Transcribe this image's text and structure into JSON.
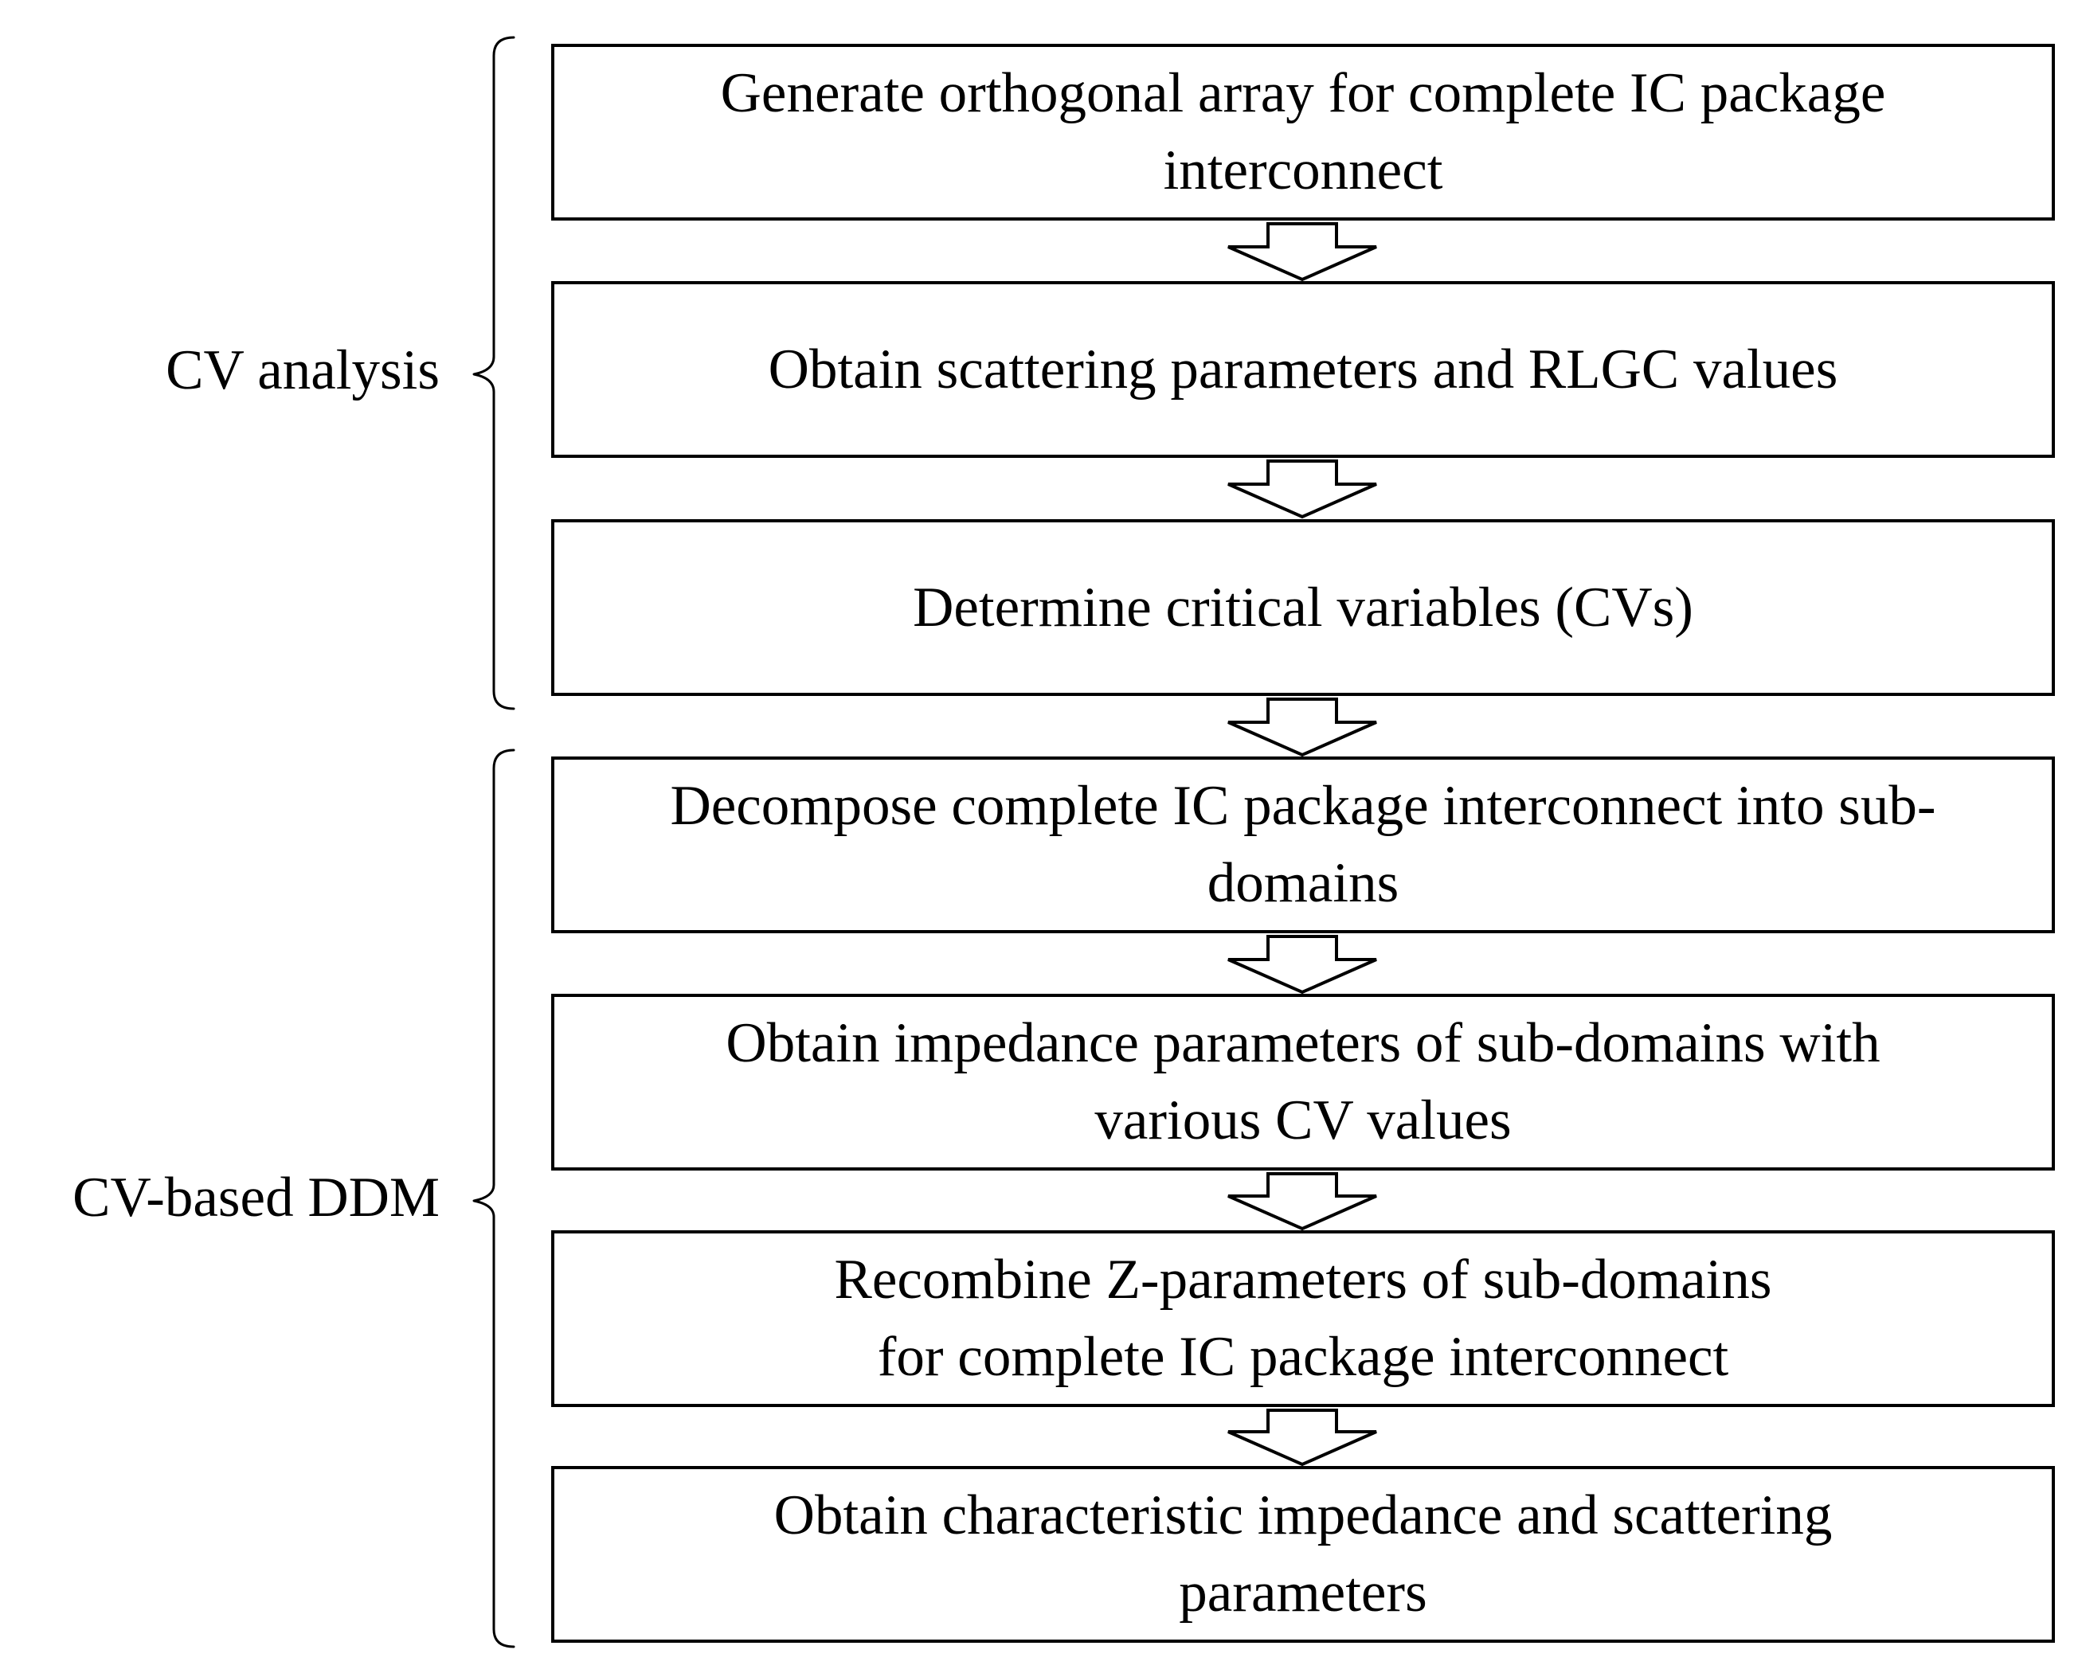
{
  "groups": [
    {
      "label": "CV analysis"
    },
    {
      "label": "CV-based DDM"
    }
  ],
  "steps": [
    {
      "text": "Generate orthogonal array for complete IC package\ninterconnect"
    },
    {
      "text": "Obtain scattering parameters and RLGC values"
    },
    {
      "text": "Determine critical variables (CVs)"
    },
    {
      "text": "Decompose complete IC package interconnect into sub-\ndomains"
    },
    {
      "text": "Obtain impedance parameters of sub-domains with\nvarious CV values"
    },
    {
      "text": "Recombine Z-parameters of sub-domains\nfor complete IC package interconnect"
    },
    {
      "text": "Obtain characteristic impedance and scattering\nparameters"
    }
  ],
  "colors": {
    "line": "#000000",
    "background": "#ffffff"
  }
}
